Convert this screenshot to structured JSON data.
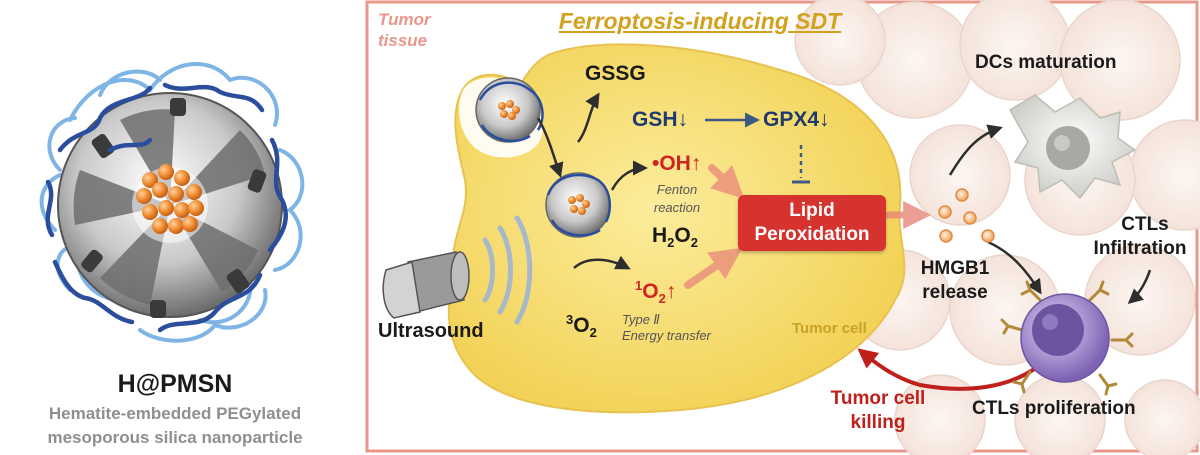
{
  "left_panel": {
    "title": "H@PMSN",
    "subtitle_line1": "Hematite-embedded PEGylated",
    "subtitle_line2": "mesoporous silica nanoparticle"
  },
  "right_panel": {
    "title": "Ferroptosis-inducing SDT",
    "tumor_tissue_line1": "Tumor",
    "tumor_tissue_line2": "tissue",
    "gssg": "GSSG",
    "gsh": "GSH↓",
    "gpx4": "GPX4↓",
    "oh": "•OH↑",
    "fenton_line1": "Fenton",
    "fenton_line2": "reaction",
    "h2o2": "H",
    "h2o2_sub1": "2",
    "h2o2_mid": "O",
    "h2o2_sub2": "2",
    "singlet_sup": "1",
    "singlet_main": "O",
    "singlet_sub": "2",
    "singlet_arrow": "↑",
    "triplet_sup": "3",
    "triplet_main": "O",
    "triplet_sub": "2",
    "type2": "Type Ⅱ",
    "energy_transfer": "Energy transfer",
    "lipid_line1": "Lipid",
    "lipid_line2": "Peroxidation",
    "ultrasound": "Ultrasound",
    "tumor_cell": "Tumor cell",
    "hmgb1_line1": "HMGB1",
    "hmgb1_line2": "release",
    "dcs": "DCs maturation",
    "ctls_inf_line1": "CTLs",
    "ctls_inf_line2": "Infiltration",
    "ctls_prolif": "CTLs proliferation",
    "killing_line1": "Tumor cell",
    "killing_line2": "killing"
  },
  "colors": {
    "frame": "#e8978a",
    "tumor_cell": "#f7dc6e",
    "title_gold": "#d2a21e",
    "lipid_box": "#d6322e",
    "navy": "#1e3a6e",
    "polymer": "#2a4d9c",
    "hematite": "#f08a2e",
    "ctl": "#9b83c9"
  }
}
